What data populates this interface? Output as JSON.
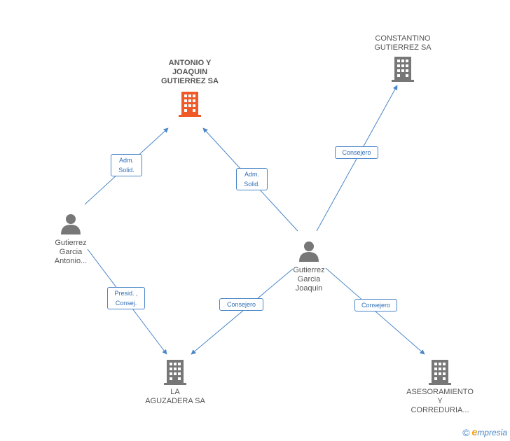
{
  "nodes": {
    "antonio_sa": {
      "label": "ANTONIO Y\nJOAQUIN\nGUTIERREZ SA",
      "kind": "company",
      "color": "#f05a28"
    },
    "constantino_sa": {
      "label": "CONSTANTINO\nGUTIERREZ SA",
      "kind": "company",
      "color": "#777777"
    },
    "gutierrez_antonio": {
      "label": "Gutierrez\nGarcia\nAntonio...",
      "kind": "person",
      "color": "#777777"
    },
    "gutierrez_joaquin": {
      "label": "Gutierrez\nGarcia\nJoaquin",
      "kind": "person",
      "color": "#777777"
    },
    "la_aguzadera": {
      "label": "LA\nAGUZADERA SA",
      "kind": "company",
      "color": "#777777"
    },
    "asesoramiento": {
      "label": "ASESORAMIENTO\nY\nCORREDURIA...",
      "kind": "company",
      "color": "#777777"
    }
  },
  "edges": {
    "e1": {
      "label": "Adm.\nSolid."
    },
    "e2": {
      "label": "Adm.\nSolid."
    },
    "e3": {
      "label": "Consejero"
    },
    "e4": {
      "label": "Presid. ,\nConsej."
    },
    "e5": {
      "label": "Consejero"
    },
    "e6": {
      "label": "Consejero"
    }
  },
  "footer": {
    "copyright": "©",
    "brand_e": "e",
    "brand_rest": "mpresia"
  },
  "colors": {
    "edge": "#4a86c8",
    "main_company": "#f05a28",
    "node": "#777777"
  }
}
